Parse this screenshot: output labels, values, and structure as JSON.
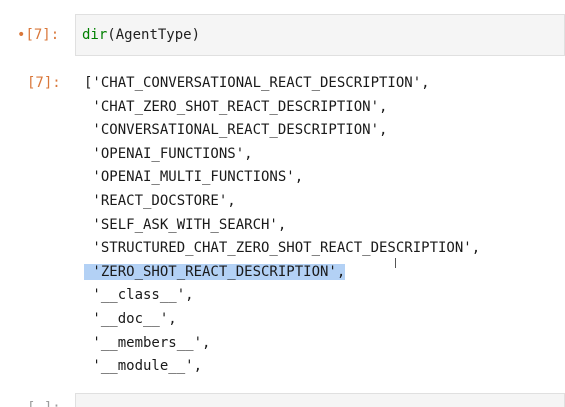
{
  "input_cell": {
    "prompt": "[7]:",
    "code_fn": "dir",
    "code_args": "(AgentType)"
  },
  "output_cell": {
    "prompt": "[7]:",
    "lines": [
      "['CHAT_CONVERSATIONAL_REACT_DESCRIPTION',",
      " 'CHAT_ZERO_SHOT_REACT_DESCRIPTION',",
      " 'CONVERSATIONAL_REACT_DESCRIPTION',",
      " 'OPENAI_FUNCTIONS',",
      " 'OPENAI_MULTI_FUNCTIONS',",
      " 'REACT_DOCSTORE',",
      " 'SELF_ASK_WITH_SEARCH',",
      " 'STRUCTURED_CHAT_ZERO_SHOT_REACT_DESCRIPTION',",
      " 'ZERO_SHOT_REACT_DESCRIPTION',",
      " '__class__',",
      " '__doc__',",
      " '__members__',",
      " '__module__',"
    ]
  },
  "next_cell": {
    "prompt": "[ ]:"
  }
}
